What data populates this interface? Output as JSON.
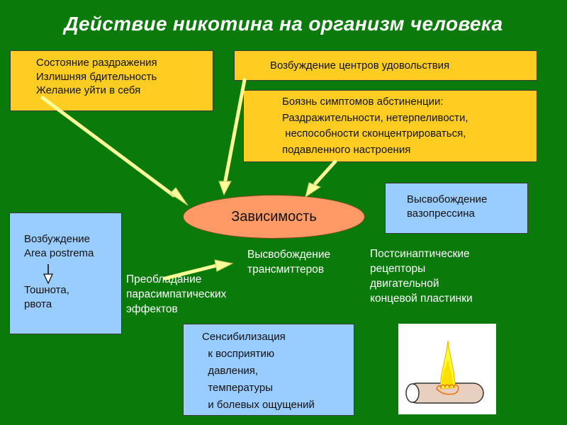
{
  "title": "Действие  никотина на организм человека",
  "boxes": {
    "irritation": [
      "Состояние раздражения",
      "Излишняя бдительность",
      "Желание уйти в себя"
    ],
    "pleasure": [
      "Возбуждение центров удовольствия"
    ],
    "abstinence": [
      "Боязнь симптомов абстиненции:",
      "Раздражительности, нетерпеливости,",
      " неспособности сконцентрироваться,",
      "подавленного настроения"
    ],
    "vasopressin": [
      "Высвобождение",
      "вазопрессина"
    ],
    "area_postrema": {
      "top": [
        "Возбуждение",
        "Area postrema"
      ],
      "bottom": [
        "Тошнота,",
        "рвота"
      ]
    },
    "sensitization": [
      "Сенсибилизация",
      "  к восприятию",
      "  давления,",
      "  температуры",
      "  и болевых ощущений"
    ]
  },
  "center": "Зависимость",
  "labels": {
    "transmitters": [
      "Высвобождение",
      "трансмиттеров"
    ],
    "parasympathetic": [
      "Преобладание",
      "парасимпатических",
      "эффектов"
    ],
    "postsynaptic": [
      "Постсинаптические",
      "рецепторы",
      "двигательной",
      "концевой пластинки"
    ]
  },
  "colors": {
    "background": "#0a7a0a",
    "yellow_box": "#ffcc22",
    "blue_box": "#99ccff",
    "oval": "#ff9966",
    "arrow": "#ffff99"
  },
  "picture": "cigarette-flame-illustration"
}
